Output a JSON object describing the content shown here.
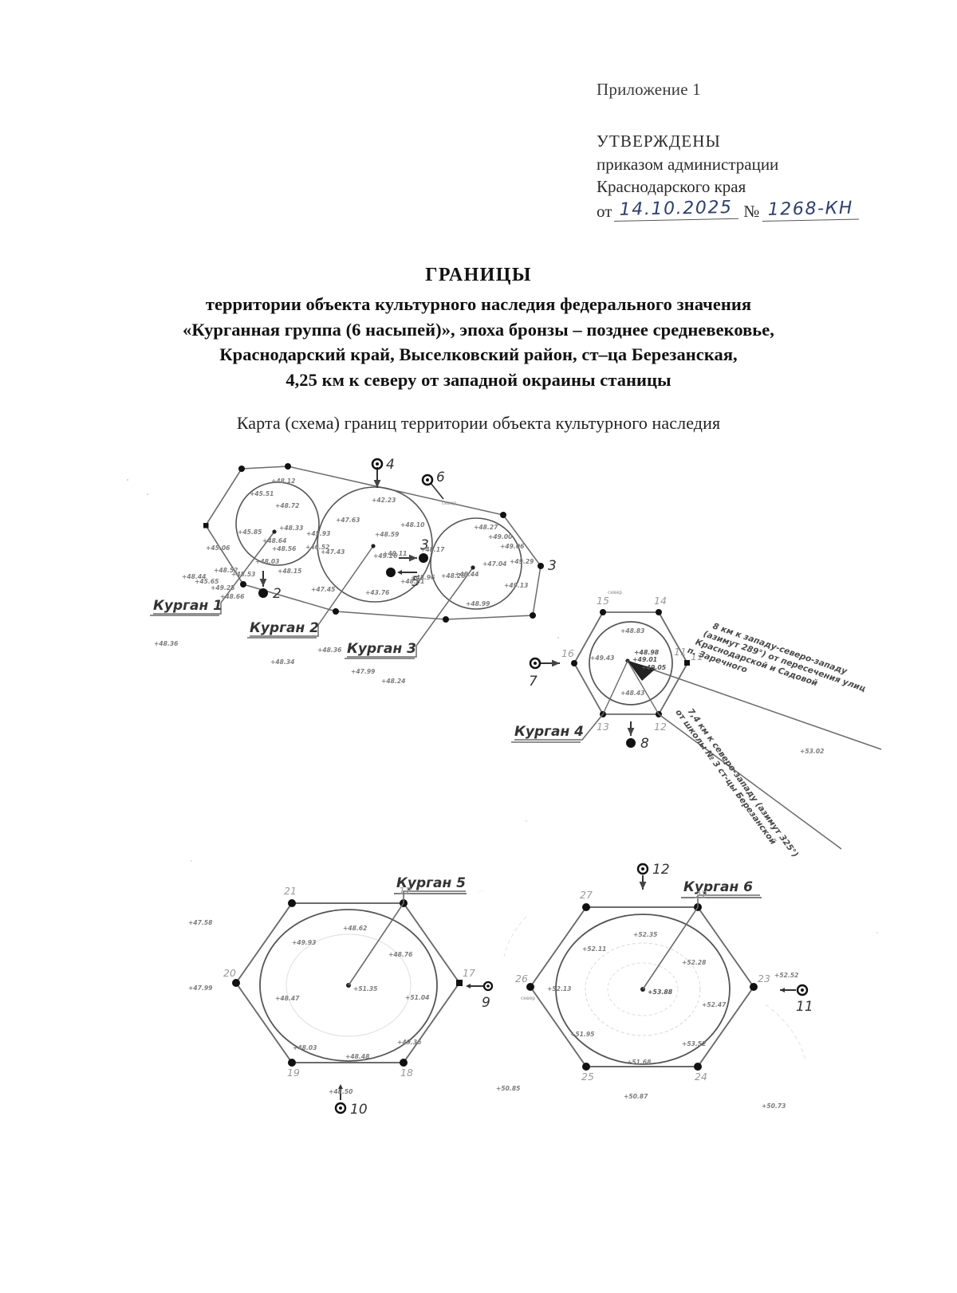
{
  "header": {
    "appendix": "Приложение 1",
    "approved": "УТВЕРЖДЕНЫ",
    "approved_line1": "приказом администрации",
    "approved_line2": "Краснодарского края",
    "order_prefix": "от",
    "order_date": "14.10.2025",
    "order_no_sign": "№",
    "order_number": "1268-КН"
  },
  "title": {
    "heading": "ГРАНИЦЫ",
    "line1": "территории объекта культурного наследия федерального значения",
    "line2": "«Курганная группа (6 насыпей)», эпоха бронзы – позднее средневековье,",
    "line3": "Краснодарский край, Выселковский район, ст–ца Березанская,",
    "line4": "4,25 км к северу от западной окраины станицы"
  },
  "map_caption": "Карта (схема) границ территории объекта культурного наследия",
  "diagram": {
    "kurgan_labels": [
      {
        "id": "kurgan-1",
        "text": "Курган 1"
      },
      {
        "id": "kurgan-2",
        "text": "Курган 2"
      },
      {
        "id": "kurgan-3",
        "text": "Курган 3"
      },
      {
        "id": "kurgan-4",
        "text": "Курган 4"
      },
      {
        "id": "kurgan-5",
        "text": "Курган 5"
      },
      {
        "id": "kurgan-6",
        "text": "Курган 6"
      }
    ],
    "markers": [
      {
        "n": "2"
      },
      {
        "n": "3"
      },
      {
        "n": "4"
      },
      {
        "n": "5"
      },
      {
        "n": "6"
      },
      {
        "n": "7"
      },
      {
        "n": "8"
      },
      {
        "n": "9"
      },
      {
        "n": "10"
      },
      {
        "n": "11"
      },
      {
        "n": "12"
      }
    ],
    "vertices_k4": [
      "11",
      "12",
      "13",
      "14",
      "15",
      "16"
    ],
    "vertices_k5": [
      "17",
      "18",
      "19",
      "20",
      "21",
      "12"
    ],
    "vertices_k6": [
      "22",
      "23",
      "24",
      "25",
      "26",
      "27"
    ],
    "annotation_1": "8 км к западу-северо-западу (азимут 289°) от пересечения улиц Краснодарской и Садовой п. Заречного",
    "annotation_2": "7,4 км к северо-западу (азимут 325°) от школы № 3 ст-цы Березанской",
    "north_label": "север",
    "elevations_group1": [
      "+48.12",
      "+45.51",
      "+48.72",
      "+48.33",
      "+45.93",
      "+45.85",
      "+48.64",
      "+48.56",
      "+46.52",
      "+45.06",
      "+48.03",
      "+48.15",
      "+48.52",
      "+48.53",
      "+49.25",
      "+48.44",
      "+45.65",
      "+48.66",
      "+47.43",
      "+47.45",
      "+48.59",
      "+49.11",
      "+42.23",
      "+47.63",
      "+48.10",
      "+43.76",
      "+48.81",
      "+49.26",
      "+48.96",
      "+48.27",
      "+49.00",
      "+48.36",
      "+48.17",
      "+49.06",
      "+47.04",
      "+49.29",
      "+48.26",
      "+48.44",
      "+49.13",
      "+48.99",
      "+48.36",
      "+48.34",
      "+47.99",
      "+48.24"
    ],
    "elevations_k4": [
      "+48.83",
      "+49.43",
      "+48.98",
      "+49.01",
      "+49.05",
      "+48.43",
      "+53.02"
    ],
    "elevations_k5": [
      "+47.58",
      "+48.62",
      "+49.93",
      "+48.76",
      "+47.99",
      "+51.35",
      "+51.04",
      "+49.36",
      "+48.48",
      "+48.03",
      "+48.47",
      "+48.50"
    ],
    "elevations_k6": [
      "+52.35",
      "+52.11",
      "+52.28",
      "+52.52",
      "+52.13",
      "+53.88",
      "+52.47",
      "+51.95",
      "+53.52",
      "+51.68",
      "+50.85",
      "+50.87",
      "+50.73"
    ]
  }
}
